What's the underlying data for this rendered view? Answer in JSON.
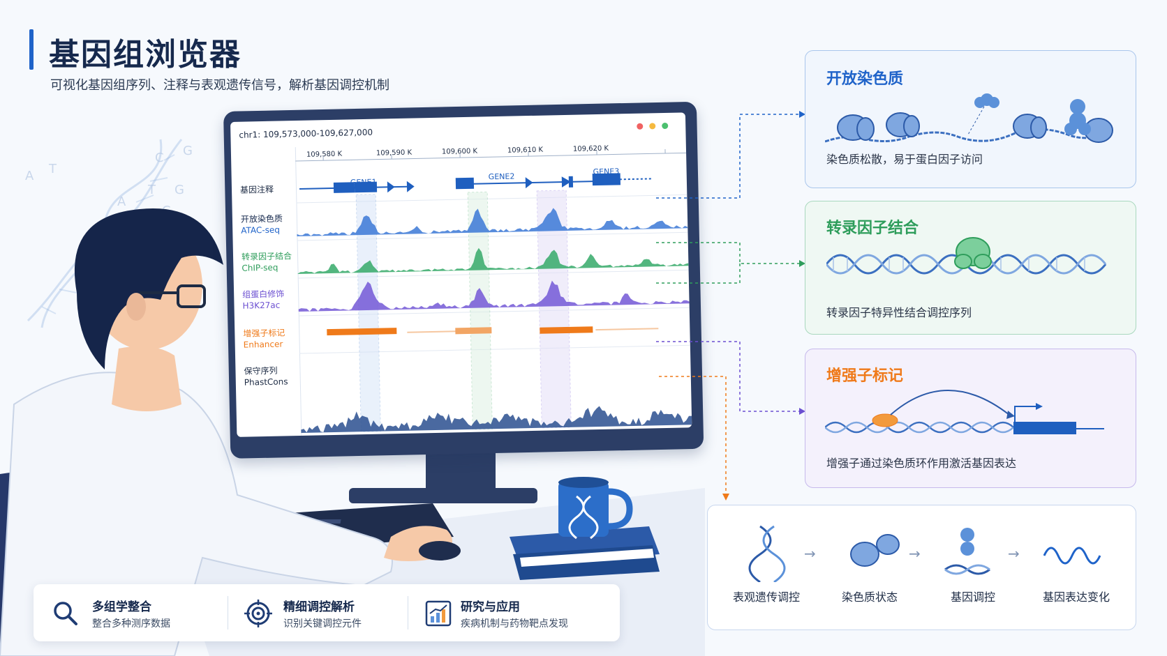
{
  "header": {
    "title": "基因组浏览器",
    "subtitle": "可视化基因组序列、注释与表观遗传信号，解析基因调控机制"
  },
  "browser": {
    "coordinates": "chr1: 109,573,000-109,627,000",
    "ruler_ticks": [
      "109,580 K",
      "109,590 K",
      "109,600 K",
      "109,610 K",
      "109,620 K"
    ],
    "genes": [
      "GENE1",
      "GENE2",
      "GENE3"
    ],
    "tracks": [
      {
        "name": "基因注释",
        "sub": "",
        "color": "#16294d"
      },
      {
        "name": "开放染色质",
        "sub": "ATAC-seq",
        "color": "#1f63c9"
      },
      {
        "name": "转录因子结合",
        "sub": "ChIP-seq",
        "color": "#2e9d5b"
      },
      {
        "name": "组蛋白修饰",
        "sub": "H3K27ac",
        "color": "#6b4fd1"
      },
      {
        "name": "增强子标记",
        "sub": "Enhancer",
        "color": "#ef7a1a"
      },
      {
        "name": "保守序列",
        "sub": "PhastCons",
        "color": "#1d2b44"
      }
    ],
    "window_dot_colors": [
      "#f06262",
      "#f5b93f",
      "#4cc06f"
    ]
  },
  "panels": {
    "open_chromatin": {
      "title": "开放染色质",
      "desc": "染色质松散，易于蛋白因子访问",
      "color": "#1f63c9"
    },
    "tf_binding": {
      "title": "转录因子结合",
      "desc": "转录因子特异性结合调控序列",
      "color": "#2e9d5b"
    },
    "enhancer": {
      "title": "增强子标记",
      "desc": "增强子通过染色质环作用激活基因表达",
      "color": "#ef7a1a"
    }
  },
  "flow": {
    "steps": [
      "表观遗传调控",
      "染色质状态",
      "基因调控",
      "基因表达变化"
    ]
  },
  "features": [
    {
      "title": "多组学整合",
      "desc": "整合多种测序数据",
      "icon": "search-icon"
    },
    {
      "title": "精细调控解析",
      "desc": "识别关键调控元件",
      "icon": "target-icon"
    },
    {
      "title": "研究与应用",
      "desc": "疾病机制与药物靶点发现",
      "icon": "chart-icon"
    }
  ],
  "deco_letters": [
    "A",
    "T",
    "C",
    "G",
    "A",
    "T",
    "G",
    "C"
  ]
}
